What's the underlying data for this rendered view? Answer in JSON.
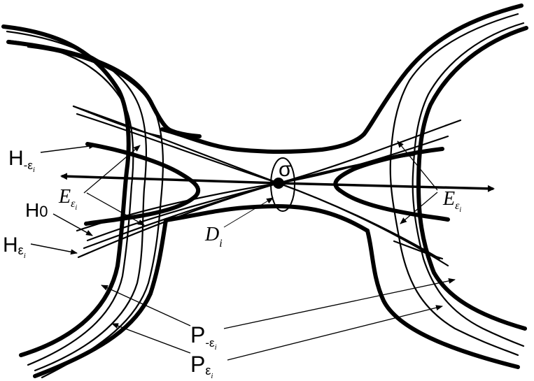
{
  "labels": {
    "h_minus_eps": {
      "main": "H",
      "sub": "-ε",
      "subsub": "i"
    },
    "h_zero": {
      "main": "H",
      "sub": "0"
    },
    "h_eps": {
      "main": "H",
      "sub": "ε",
      "subsub": "i"
    },
    "e_left": {
      "main": "E",
      "sub": "ε",
      "subsub": "i"
    },
    "e_right": {
      "main": "E",
      "sub": "ε",
      "subsub": "i"
    },
    "d_i": {
      "main": "D",
      "sub": "i"
    },
    "sigma": "σ",
    "p_minus_eps": {
      "main": "P",
      "sub": "-ε",
      "subsub": "i"
    },
    "p_eps": {
      "main": "P",
      "sub": "ε",
      "subsub": "i"
    }
  }
}
